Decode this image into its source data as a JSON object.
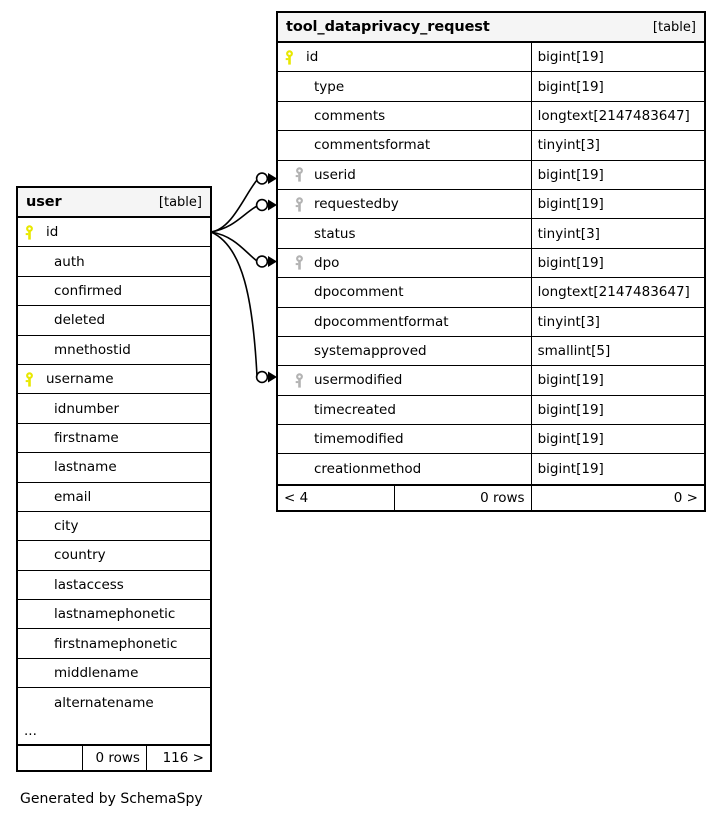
{
  "caption": "Generated by SchemaSpy",
  "icons": {
    "primary_key": "key-icon-yellow",
    "foreign_key": "key-icon-gray",
    "pk_color": "#e8e800",
    "fk_color": "#b3b3b3"
  },
  "tables": [
    {
      "id": "user",
      "name": "user",
      "kind": "[table]",
      "columns": [
        {
          "name": "id",
          "type": "",
          "key": "primary"
        },
        {
          "name": "auth",
          "type": "",
          "key": "none"
        },
        {
          "name": "confirmed",
          "type": "",
          "key": "none"
        },
        {
          "name": "deleted",
          "type": "",
          "key": "none"
        },
        {
          "name": "mnethostid",
          "type": "",
          "key": "none"
        },
        {
          "name": "username",
          "type": "",
          "key": "primary"
        },
        {
          "name": "idnumber",
          "type": "",
          "key": "none"
        },
        {
          "name": "firstname",
          "type": "",
          "key": "none"
        },
        {
          "name": "lastname",
          "type": "",
          "key": "none"
        },
        {
          "name": "email",
          "type": "",
          "key": "none"
        },
        {
          "name": "city",
          "type": "",
          "key": "none"
        },
        {
          "name": "country",
          "type": "",
          "key": "none"
        },
        {
          "name": "lastaccess",
          "type": "",
          "key": "none"
        },
        {
          "name": "lastnamephonetic",
          "type": "",
          "key": "none"
        },
        {
          "name": "firstnamephonetic",
          "type": "",
          "key": "none"
        },
        {
          "name": "middlename",
          "type": "",
          "key": "none"
        },
        {
          "name": "alternatename",
          "type": "",
          "key": "none"
        }
      ],
      "truncation_marker": "...",
      "footer": {
        "left": "",
        "middle": "0 rows",
        "right": "116 >"
      }
    },
    {
      "id": "tool_dataprivacy_request",
      "name": "tool_dataprivacy_request",
      "kind": "[table]",
      "columns": [
        {
          "name": "id",
          "type": "bigint[19]",
          "key": "primary"
        },
        {
          "name": "type",
          "type": "bigint[19]",
          "key": "none"
        },
        {
          "name": "comments",
          "type": "longtext[2147483647]",
          "key": "none"
        },
        {
          "name": "commentsformat",
          "type": "tinyint[3]",
          "key": "none"
        },
        {
          "name": "userid",
          "type": "bigint[19]",
          "key": "foreign"
        },
        {
          "name": "requestedby",
          "type": "bigint[19]",
          "key": "foreign"
        },
        {
          "name": "status",
          "type": "tinyint[3]",
          "key": "none"
        },
        {
          "name": "dpo",
          "type": "bigint[19]",
          "key": "foreign"
        },
        {
          "name": "dpocomment",
          "type": "longtext[2147483647]",
          "key": "none"
        },
        {
          "name": "dpocommentformat",
          "type": "tinyint[3]",
          "key": "none"
        },
        {
          "name": "systemapproved",
          "type": "smallint[5]",
          "key": "none"
        },
        {
          "name": "usermodified",
          "type": "bigint[19]",
          "key": "foreign"
        },
        {
          "name": "timecreated",
          "type": "bigint[19]",
          "key": "none"
        },
        {
          "name": "timemodified",
          "type": "bigint[19]",
          "key": "none"
        },
        {
          "name": "creationmethod",
          "type": "bigint[19]",
          "key": "none"
        }
      ],
      "truncation_marker": "",
      "footer": {
        "left": "< 4",
        "middle": "0 rows",
        "right": "0 >"
      }
    }
  ],
  "relationships": [
    {
      "from_table": "user",
      "from_column": "id",
      "to_table": "tool_dataprivacy_request",
      "to_column": "userid"
    },
    {
      "from_table": "user",
      "from_column": "id",
      "to_table": "tool_dataprivacy_request",
      "to_column": "requestedby"
    },
    {
      "from_table": "user",
      "from_column": "id",
      "to_table": "tool_dataprivacy_request",
      "to_column": "dpo"
    },
    {
      "from_table": "user",
      "from_column": "id",
      "to_table": "tool_dataprivacy_request",
      "to_column": "usermodified"
    }
  ]
}
